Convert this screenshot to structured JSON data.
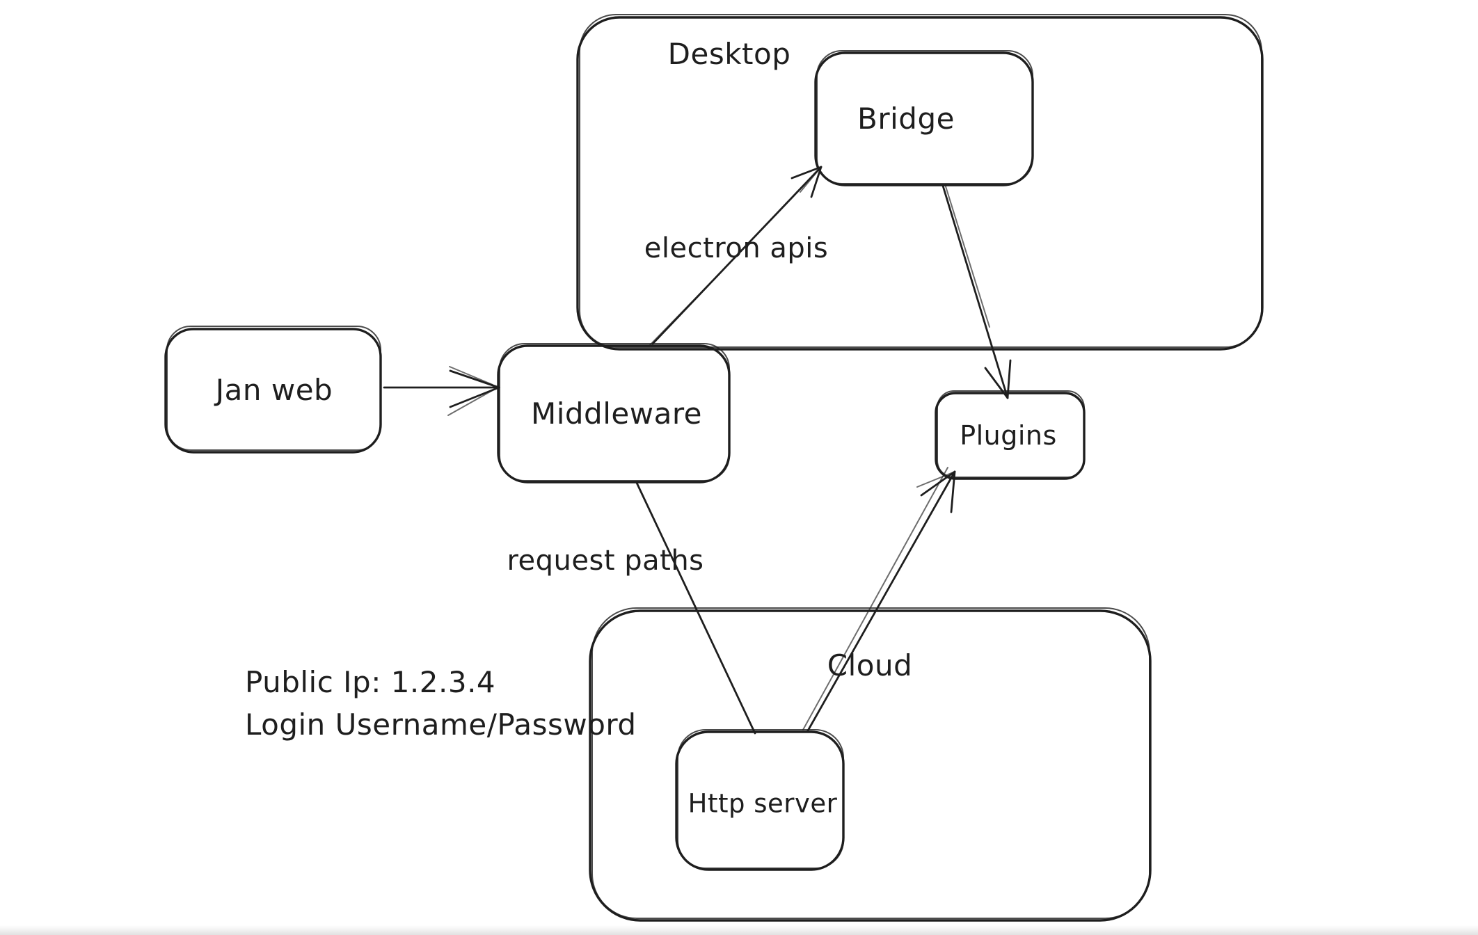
{
  "app": {
    "background_color": "#ffffff",
    "stroke_color": "#1e1e1e"
  },
  "diagram": {
    "containers": [
      {
        "id": "desktop",
        "label": "Desktop"
      },
      {
        "id": "cloud",
        "label": "Cloud"
      }
    ],
    "nodes": [
      {
        "id": "jan-web",
        "label": "Jan web"
      },
      {
        "id": "middleware",
        "label": "Middleware"
      },
      {
        "id": "bridge",
        "label": "Bridge"
      },
      {
        "id": "plugins",
        "label": "Plugins"
      },
      {
        "id": "http-server",
        "label": "Http server"
      }
    ],
    "edges": [
      {
        "id": "jan-web-to-middleware",
        "from": "Jan web",
        "to": "Middleware",
        "label": ""
      },
      {
        "id": "middleware-to-bridge",
        "from": "Middleware",
        "to": "Bridge",
        "label": "electron apis"
      },
      {
        "id": "bridge-to-plugins",
        "from": "Bridge",
        "to": "Plugins",
        "label": ""
      },
      {
        "id": "middleware-to-http-server",
        "from": "Middleware",
        "to": "Http server",
        "label": "request paths"
      },
      {
        "id": "http-server-to-plugins",
        "from": "Http server",
        "to": "Plugins",
        "label": ""
      }
    ],
    "annotation": {
      "line1": "Public Ip: 1.2.3.4",
      "line2": "Login Username/Password"
    }
  }
}
